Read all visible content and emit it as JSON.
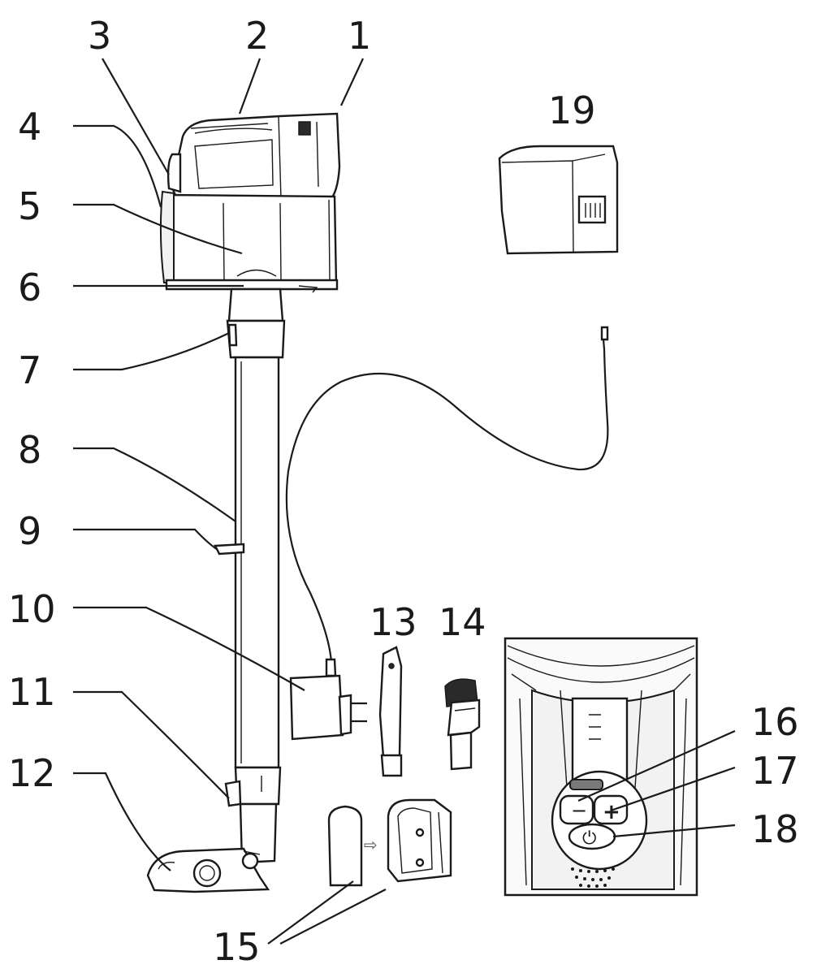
{
  "diagram": {
    "callouts": [
      {
        "id": "1",
        "label": "1"
      },
      {
        "id": "2",
        "label": "2"
      },
      {
        "id": "3",
        "label": "3"
      },
      {
        "id": "4",
        "label": "4"
      },
      {
        "id": "5",
        "label": "5"
      },
      {
        "id": "6",
        "label": "6"
      },
      {
        "id": "7",
        "label": "7"
      },
      {
        "id": "8",
        "label": "8"
      },
      {
        "id": "9",
        "label": "9"
      },
      {
        "id": "10",
        "label": "10"
      },
      {
        "id": "11",
        "label": "11"
      },
      {
        "id": "12",
        "label": "12"
      },
      {
        "id": "13",
        "label": "13"
      },
      {
        "id": "14",
        "label": "14"
      },
      {
        "id": "15",
        "label": "15"
      },
      {
        "id": "16",
        "label": "16"
      },
      {
        "id": "17",
        "label": "17"
      },
      {
        "id": "18",
        "label": "18"
      },
      {
        "id": "19",
        "label": "19"
      }
    ],
    "panel_symbols": {
      "minus": "−",
      "plus": "+",
      "power": "⏻"
    },
    "arrow_glyph": "⇨"
  }
}
